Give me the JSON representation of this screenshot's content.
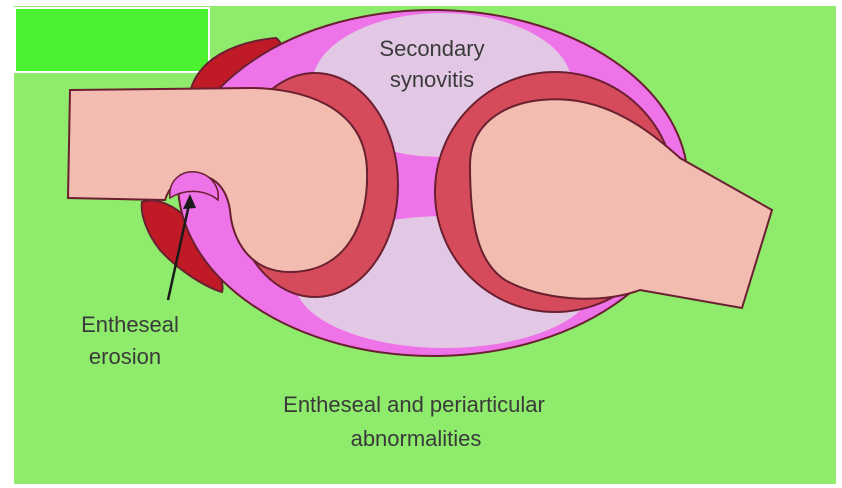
{
  "diagram": {
    "labels": {
      "secondary_synovitis_line1": "Secondary",
      "secondary_synovitis_line2": "synovitis",
      "entheseal_erosion_line1": "Entheseal",
      "entheseal_erosion_line2": "erosion",
      "caption_line1": "Entheseal and periarticular",
      "caption_line2": "abnormalities"
    },
    "colors": {
      "background": "#8EEB6B",
      "label_box": "#4CF230",
      "capsule": "#EE72E8",
      "synovium": "#E2C8E4",
      "bone": "#F2BCB1",
      "cartilage": "#D54B5C",
      "enthesitis": "#C01A27",
      "outline": "#6A2030"
    }
  }
}
